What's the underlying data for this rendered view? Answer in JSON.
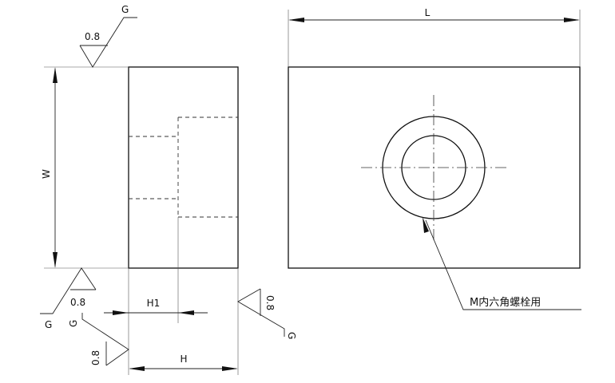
{
  "dimensions": {
    "length": "L",
    "width": "W",
    "height": "H",
    "height_1": "H1"
  },
  "surface_finish": {
    "roughness": "0.8",
    "grade": "G"
  },
  "annotation": {
    "bolt_note": "M内六角螺栓用"
  }
}
